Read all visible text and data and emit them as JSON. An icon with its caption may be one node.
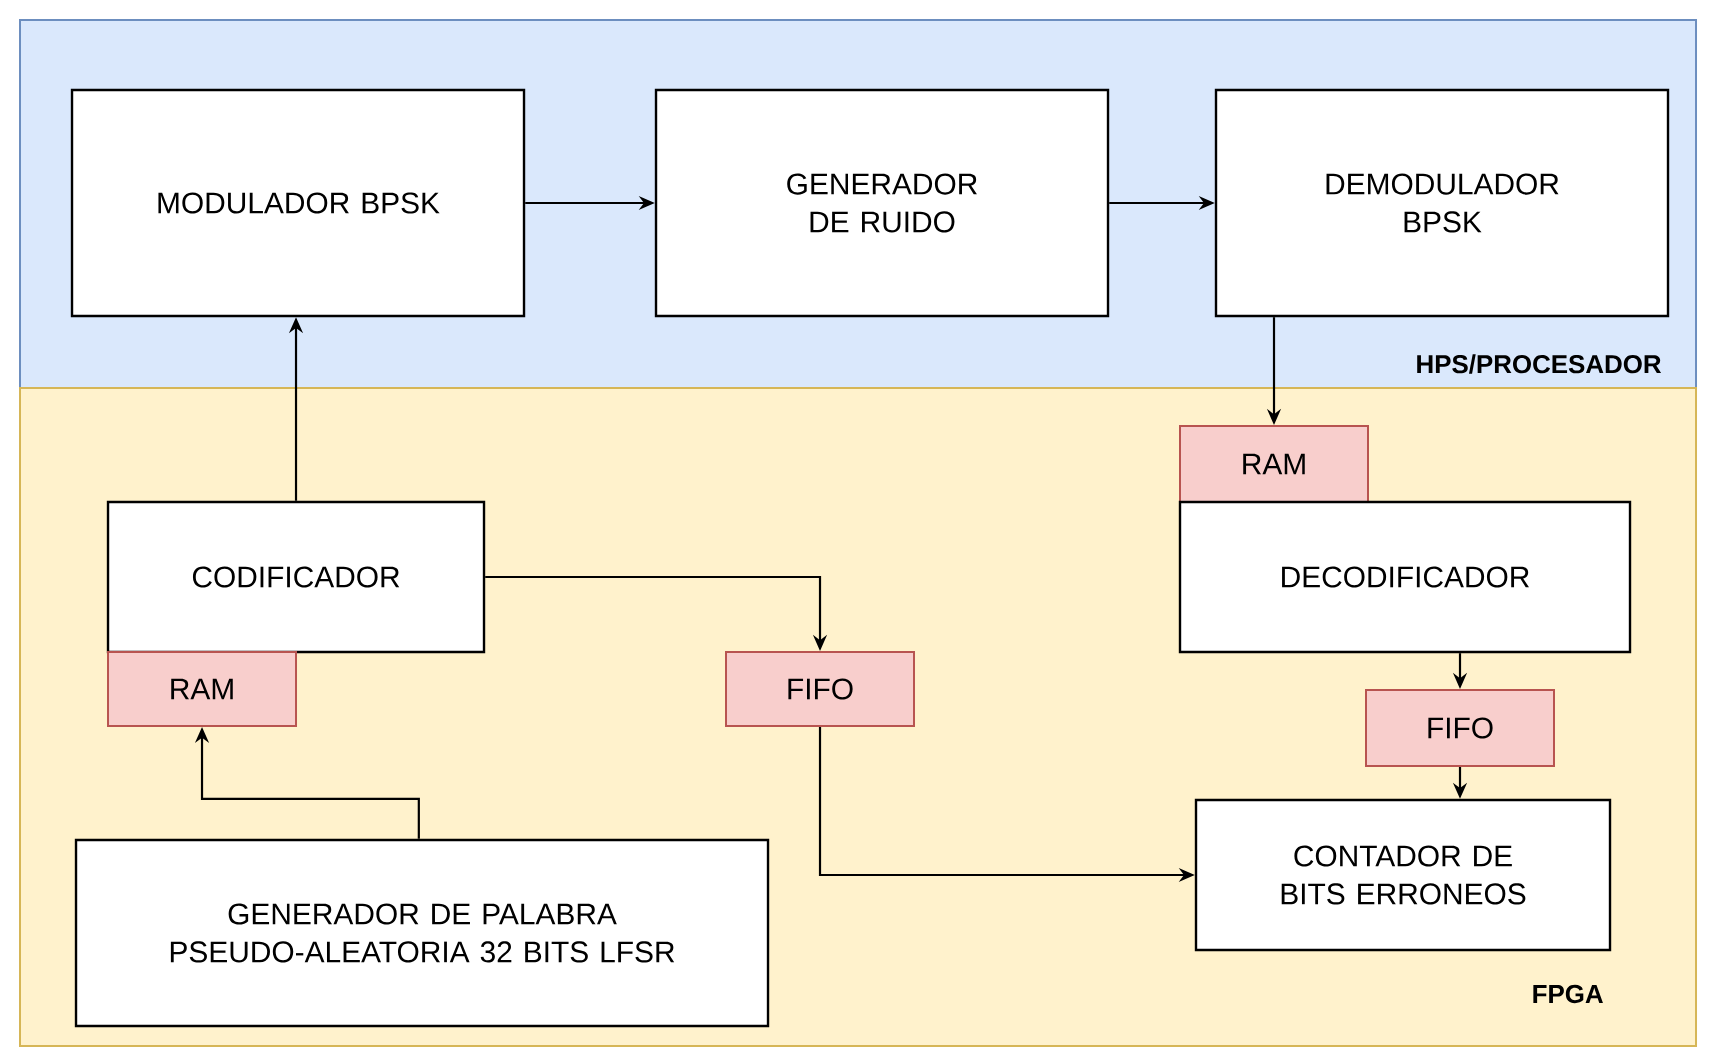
{
  "diagram": {
    "nodes": [
      {
        "text": [
          "HPS/PROCESADOR"
        ]
      },
      {
        "text": [
          "FPGA"
        ]
      },
      {
        "text": [
          "MODULADOR BPSK"
        ],
        "in": 0
      },
      {
        "text": [
          "GENERADOR DE RUIDO"
        ],
        "in": 0
      },
      {
        "text": [
          "DEMODULADOR BPSK"
        ],
        "in": 0
      },
      {
        "text": [
          "CODIFICADOR"
        ],
        "in": 1
      },
      {
        "text": [
          "RAM"
        ],
        "in": 1
      },
      {
        "text": [
          "FIFO"
        ],
        "in": 1
      },
      {
        "text": [
          "RAM"
        ],
        "in": 1
      },
      {
        "text": [
          "DECODIFICADOR"
        ],
        "in": 1
      },
      {
        "text": [
          "FIFO"
        ],
        "in": 1
      },
      {
        "text": [
          "CONTADOR DE BITS ERRONEOS"
        ],
        "in": 1
      },
      {
        "text": [
          "GENERADOR DE PALABRA PSEUDO-ALEATORIA 32 BITS LFSR"
        ],
        "in": 1
      }
    ],
    "edges": [
      {
        "from": 2,
        "to": 3,
        "arrow": "to"
      },
      {
        "from": 3,
        "to": 4,
        "arrow": "to"
      },
      {
        "from": 5,
        "to": 2,
        "arrow": "to"
      },
      {
        "from": 12,
        "to": 6,
        "arrow": "to"
      },
      {
        "from": 5,
        "to": 7,
        "arrow": "to"
      },
      {
        "from": 7,
        "to": 11,
        "arrow": "to"
      },
      {
        "from": 4,
        "to": 8,
        "arrow": "to"
      },
      {
        "from": 9,
        "to": 10,
        "arrow": "to"
      },
      {
        "from": 10,
        "to": 11,
        "arrow": "to"
      }
    ]
  }
}
